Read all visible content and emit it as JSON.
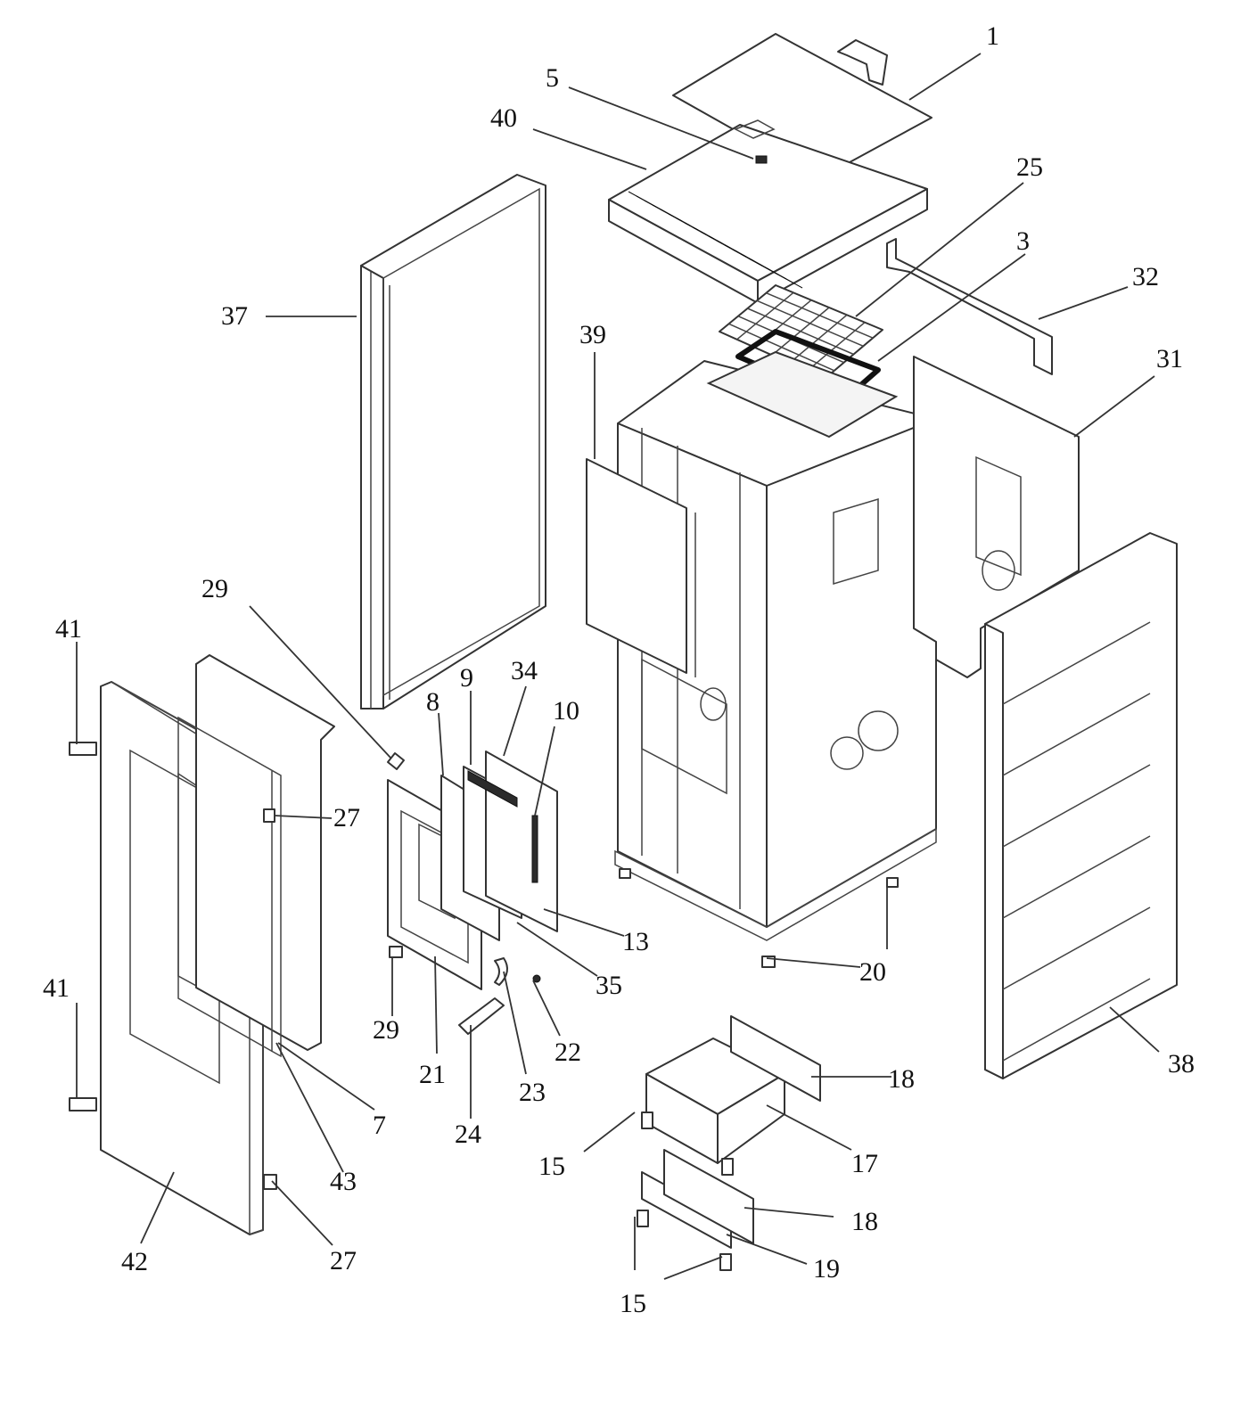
{
  "callouts": [
    {
      "id": "1",
      "text": "1"
    },
    {
      "id": "5",
      "text": "5"
    },
    {
      "id": "40",
      "text": "40"
    },
    {
      "id": "25",
      "text": "25"
    },
    {
      "id": "3",
      "text": "3"
    },
    {
      "id": "32",
      "text": "32"
    },
    {
      "id": "37",
      "text": "37"
    },
    {
      "id": "39",
      "text": "39"
    },
    {
      "id": "31",
      "text": "31"
    },
    {
      "id": "29a",
      "text": "29"
    },
    {
      "id": "41a",
      "text": "41"
    },
    {
      "id": "9",
      "text": "9"
    },
    {
      "id": "34",
      "text": "34"
    },
    {
      "id": "8",
      "text": "8"
    },
    {
      "id": "10",
      "text": "10"
    },
    {
      "id": "27a",
      "text": "27"
    },
    {
      "id": "13",
      "text": "13"
    },
    {
      "id": "20",
      "text": "20"
    },
    {
      "id": "35",
      "text": "35"
    },
    {
      "id": "41b",
      "text": "41"
    },
    {
      "id": "29b",
      "text": "29"
    },
    {
      "id": "22",
      "text": "22"
    },
    {
      "id": "21",
      "text": "21"
    },
    {
      "id": "23",
      "text": "23"
    },
    {
      "id": "38",
      "text": "38"
    },
    {
      "id": "18a",
      "text": "18"
    },
    {
      "id": "7",
      "text": "7"
    },
    {
      "id": "24",
      "text": "24"
    },
    {
      "id": "17",
      "text": "17"
    },
    {
      "id": "15a",
      "text": "15"
    },
    {
      "id": "43",
      "text": "43"
    },
    {
      "id": "18b",
      "text": "18"
    },
    {
      "id": "42",
      "text": "42"
    },
    {
      "id": "27b",
      "text": "27"
    },
    {
      "id": "19",
      "text": "19"
    },
    {
      "id": "15b",
      "text": "15"
    }
  ]
}
